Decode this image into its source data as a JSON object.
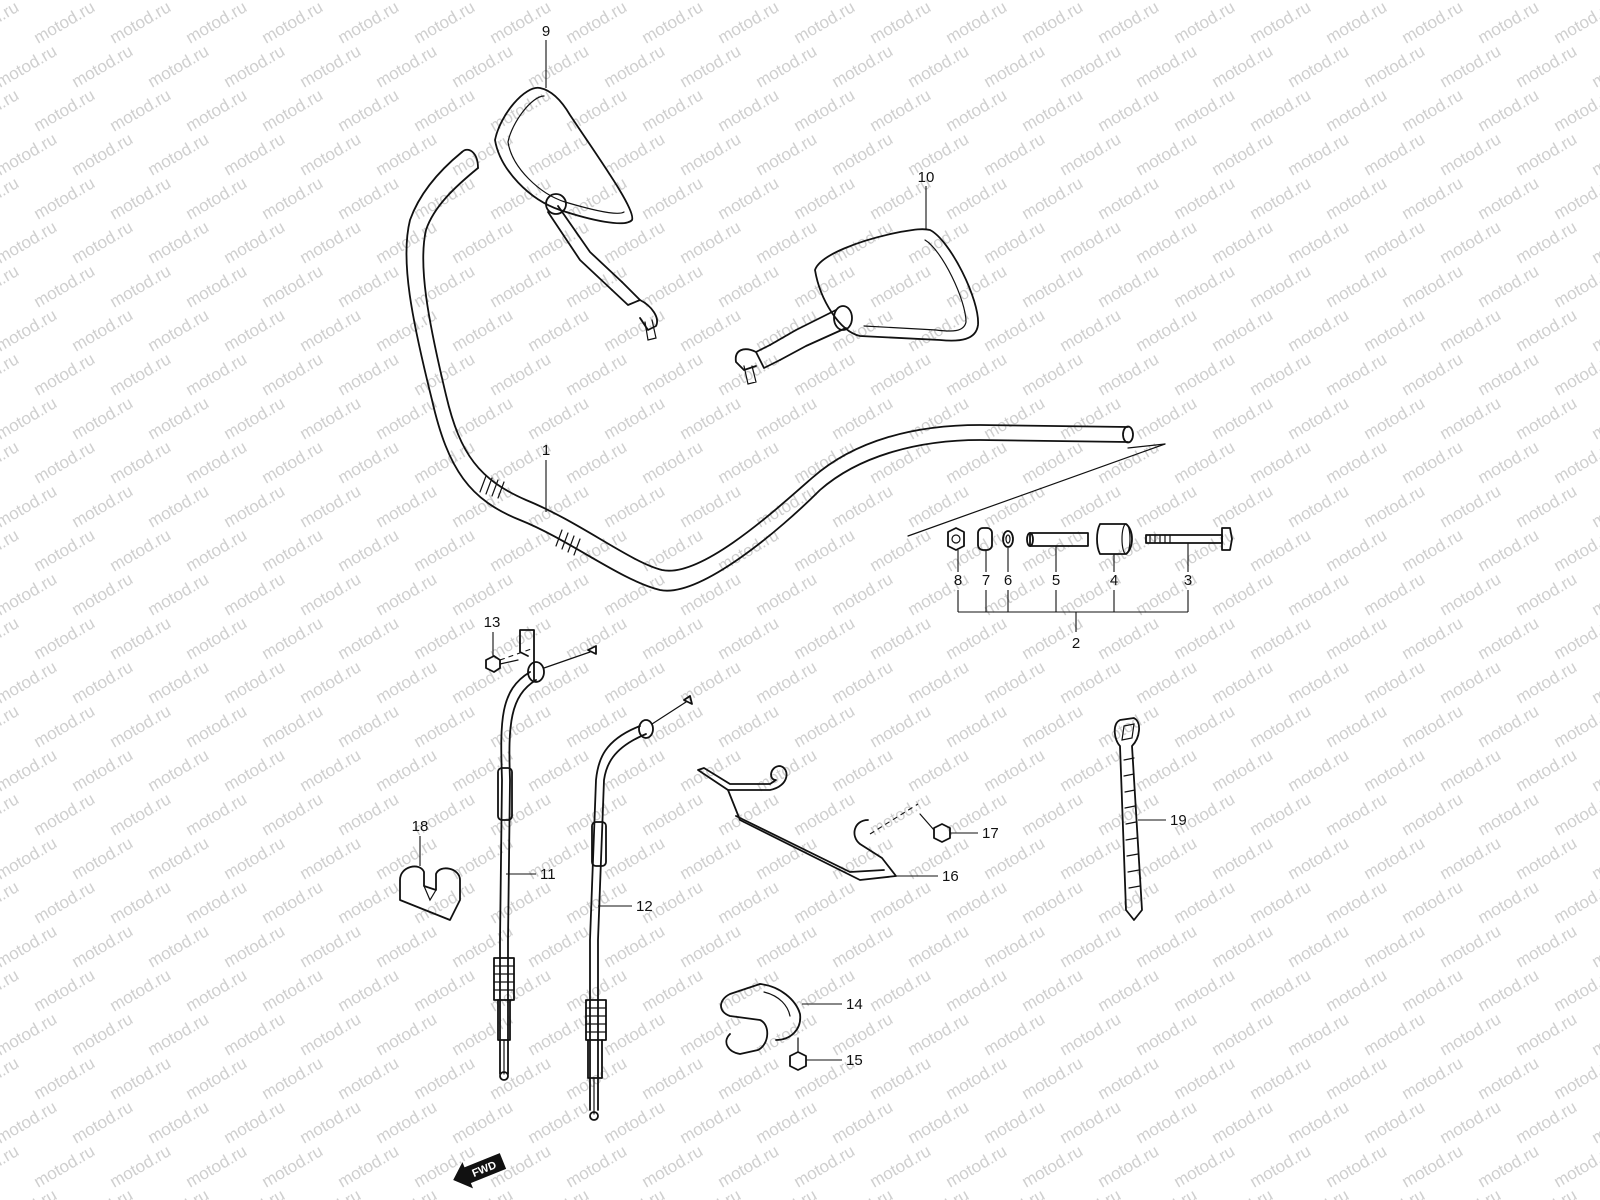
{
  "watermark": {
    "text": "motod.ru"
  },
  "callouts": {
    "c1": "1",
    "c2": "2",
    "c3": "3",
    "c4": "4",
    "c5": "5",
    "c6": "6",
    "c7": "7",
    "c8": "8",
    "c9": "9",
    "c10": "10",
    "c11": "11",
    "c12": "12",
    "c13": "13",
    "c14": "14",
    "c15": "15",
    "c16": "16",
    "c17": "17",
    "c18": "18",
    "c19": "19"
  },
  "direction_badge": {
    "label": "FWD"
  },
  "colors": {
    "line": "#111111",
    "watermark": "#cfcfcf",
    "background": "#ffffff"
  }
}
